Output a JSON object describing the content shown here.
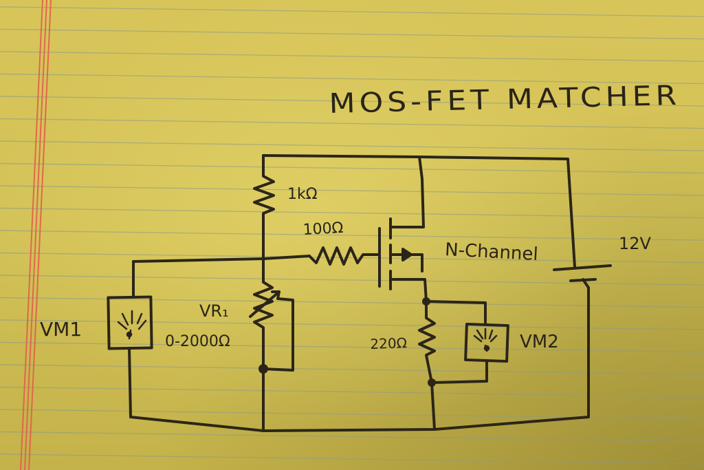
{
  "diagram": {
    "title": "MOS-FET MATCHER",
    "labels": {
      "r_top": "1kΩ",
      "r_gate": "100Ω",
      "mosfet": "N-Channel",
      "battery": "12V",
      "meter_left": "VM1",
      "pot_name": "VR₁",
      "pot_range": "0-2000Ω",
      "r_source": "220Ω",
      "meter_right": "VM2"
    }
  },
  "colors": {
    "paper": "#d6c45a",
    "ruled_line": "#8a9a8a",
    "margin_line": "#e0604a",
    "ink": "#2b2519"
  }
}
